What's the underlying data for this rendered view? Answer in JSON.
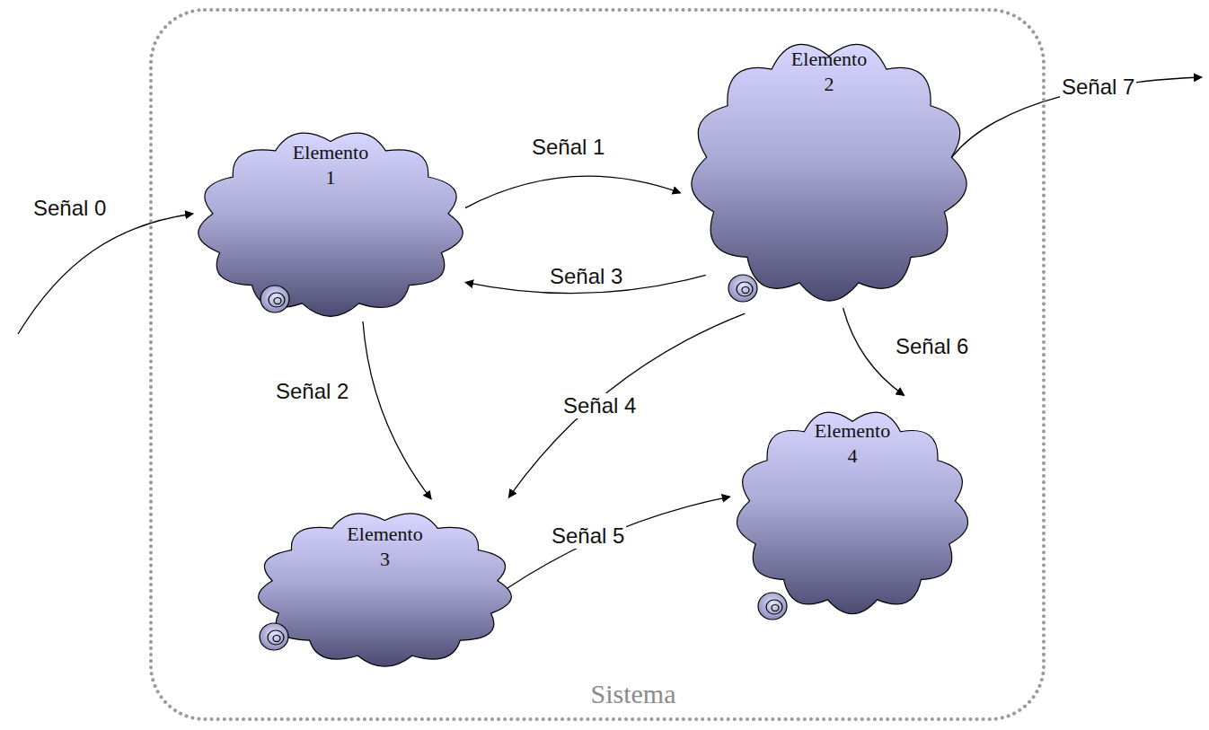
{
  "diagram": {
    "nodes": [
      {
        "text": [
          "Sistema"
        ]
      },
      {
        "text": [
          "Elemento 1"
        ],
        "in": 0
      },
      {
        "text": [
          "Elemento 2"
        ],
        "in": 0
      },
      {
        "text": [
          "Elemento 3"
        ],
        "in": 0
      },
      {
        "text": [
          "Elemento 4"
        ],
        "in": 0
      }
    ],
    "edges": [
      {
        "from": 1,
        "to": 2,
        "label": "Señal 1",
        "arrow": "to"
      },
      {
        "from": 1,
        "to": 3,
        "label": "Señal 2",
        "arrow": "to"
      },
      {
        "from": 2,
        "to": 1,
        "label": "Señal 3",
        "arrow": "to"
      },
      {
        "from": 2,
        "to": 3,
        "label": "Señal 4",
        "arrow": "to"
      },
      {
        "from": 3,
        "to": 4,
        "label": "Señal 5",
        "arrow": "to"
      },
      {
        "from": 2,
        "to": 4,
        "label": "Señal 6",
        "arrow": "to"
      }
    ],
    "labels": [
      "Señal 0",
      "Señal 7"
    ]
  }
}
